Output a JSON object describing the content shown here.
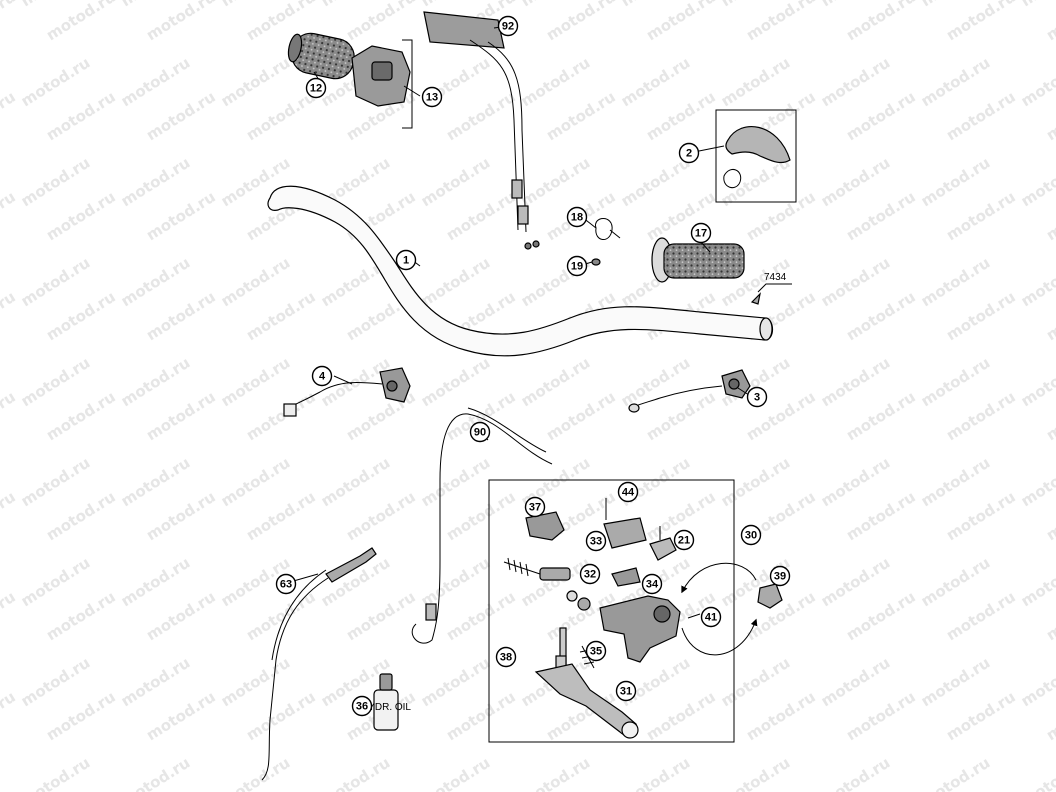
{
  "watermark": {
    "text": "motod.ru"
  },
  "callouts": [
    {
      "id": "c1",
      "label": "1"
    },
    {
      "id": "c2",
      "label": "2"
    },
    {
      "id": "c3",
      "label": "3"
    },
    {
      "id": "c4",
      "label": "4"
    },
    {
      "id": "c12",
      "label": "12"
    },
    {
      "id": "c13",
      "label": "13"
    },
    {
      "id": "c17",
      "label": "17"
    },
    {
      "id": "c18",
      "label": "18"
    },
    {
      "id": "c19",
      "label": "19"
    },
    {
      "id": "c21",
      "label": "21"
    },
    {
      "id": "c30",
      "label": "30"
    },
    {
      "id": "c31",
      "label": "31"
    },
    {
      "id": "c32",
      "label": "32"
    },
    {
      "id": "c33",
      "label": "33"
    },
    {
      "id": "c34",
      "label": "34"
    },
    {
      "id": "c35",
      "label": "35"
    },
    {
      "id": "c36",
      "label": "36"
    },
    {
      "id": "c37",
      "label": "37"
    },
    {
      "id": "c38",
      "label": "38"
    },
    {
      "id": "c39",
      "label": "39"
    },
    {
      "id": "c41",
      "label": "41"
    },
    {
      "id": "c44",
      "label": "44"
    },
    {
      "id": "c63",
      "label": "63"
    },
    {
      "id": "c90",
      "label": "90"
    },
    {
      "id": "c92",
      "label": "92"
    }
  ],
  "part_code": "7434",
  "bottle_label": "HYDR. OIL"
}
